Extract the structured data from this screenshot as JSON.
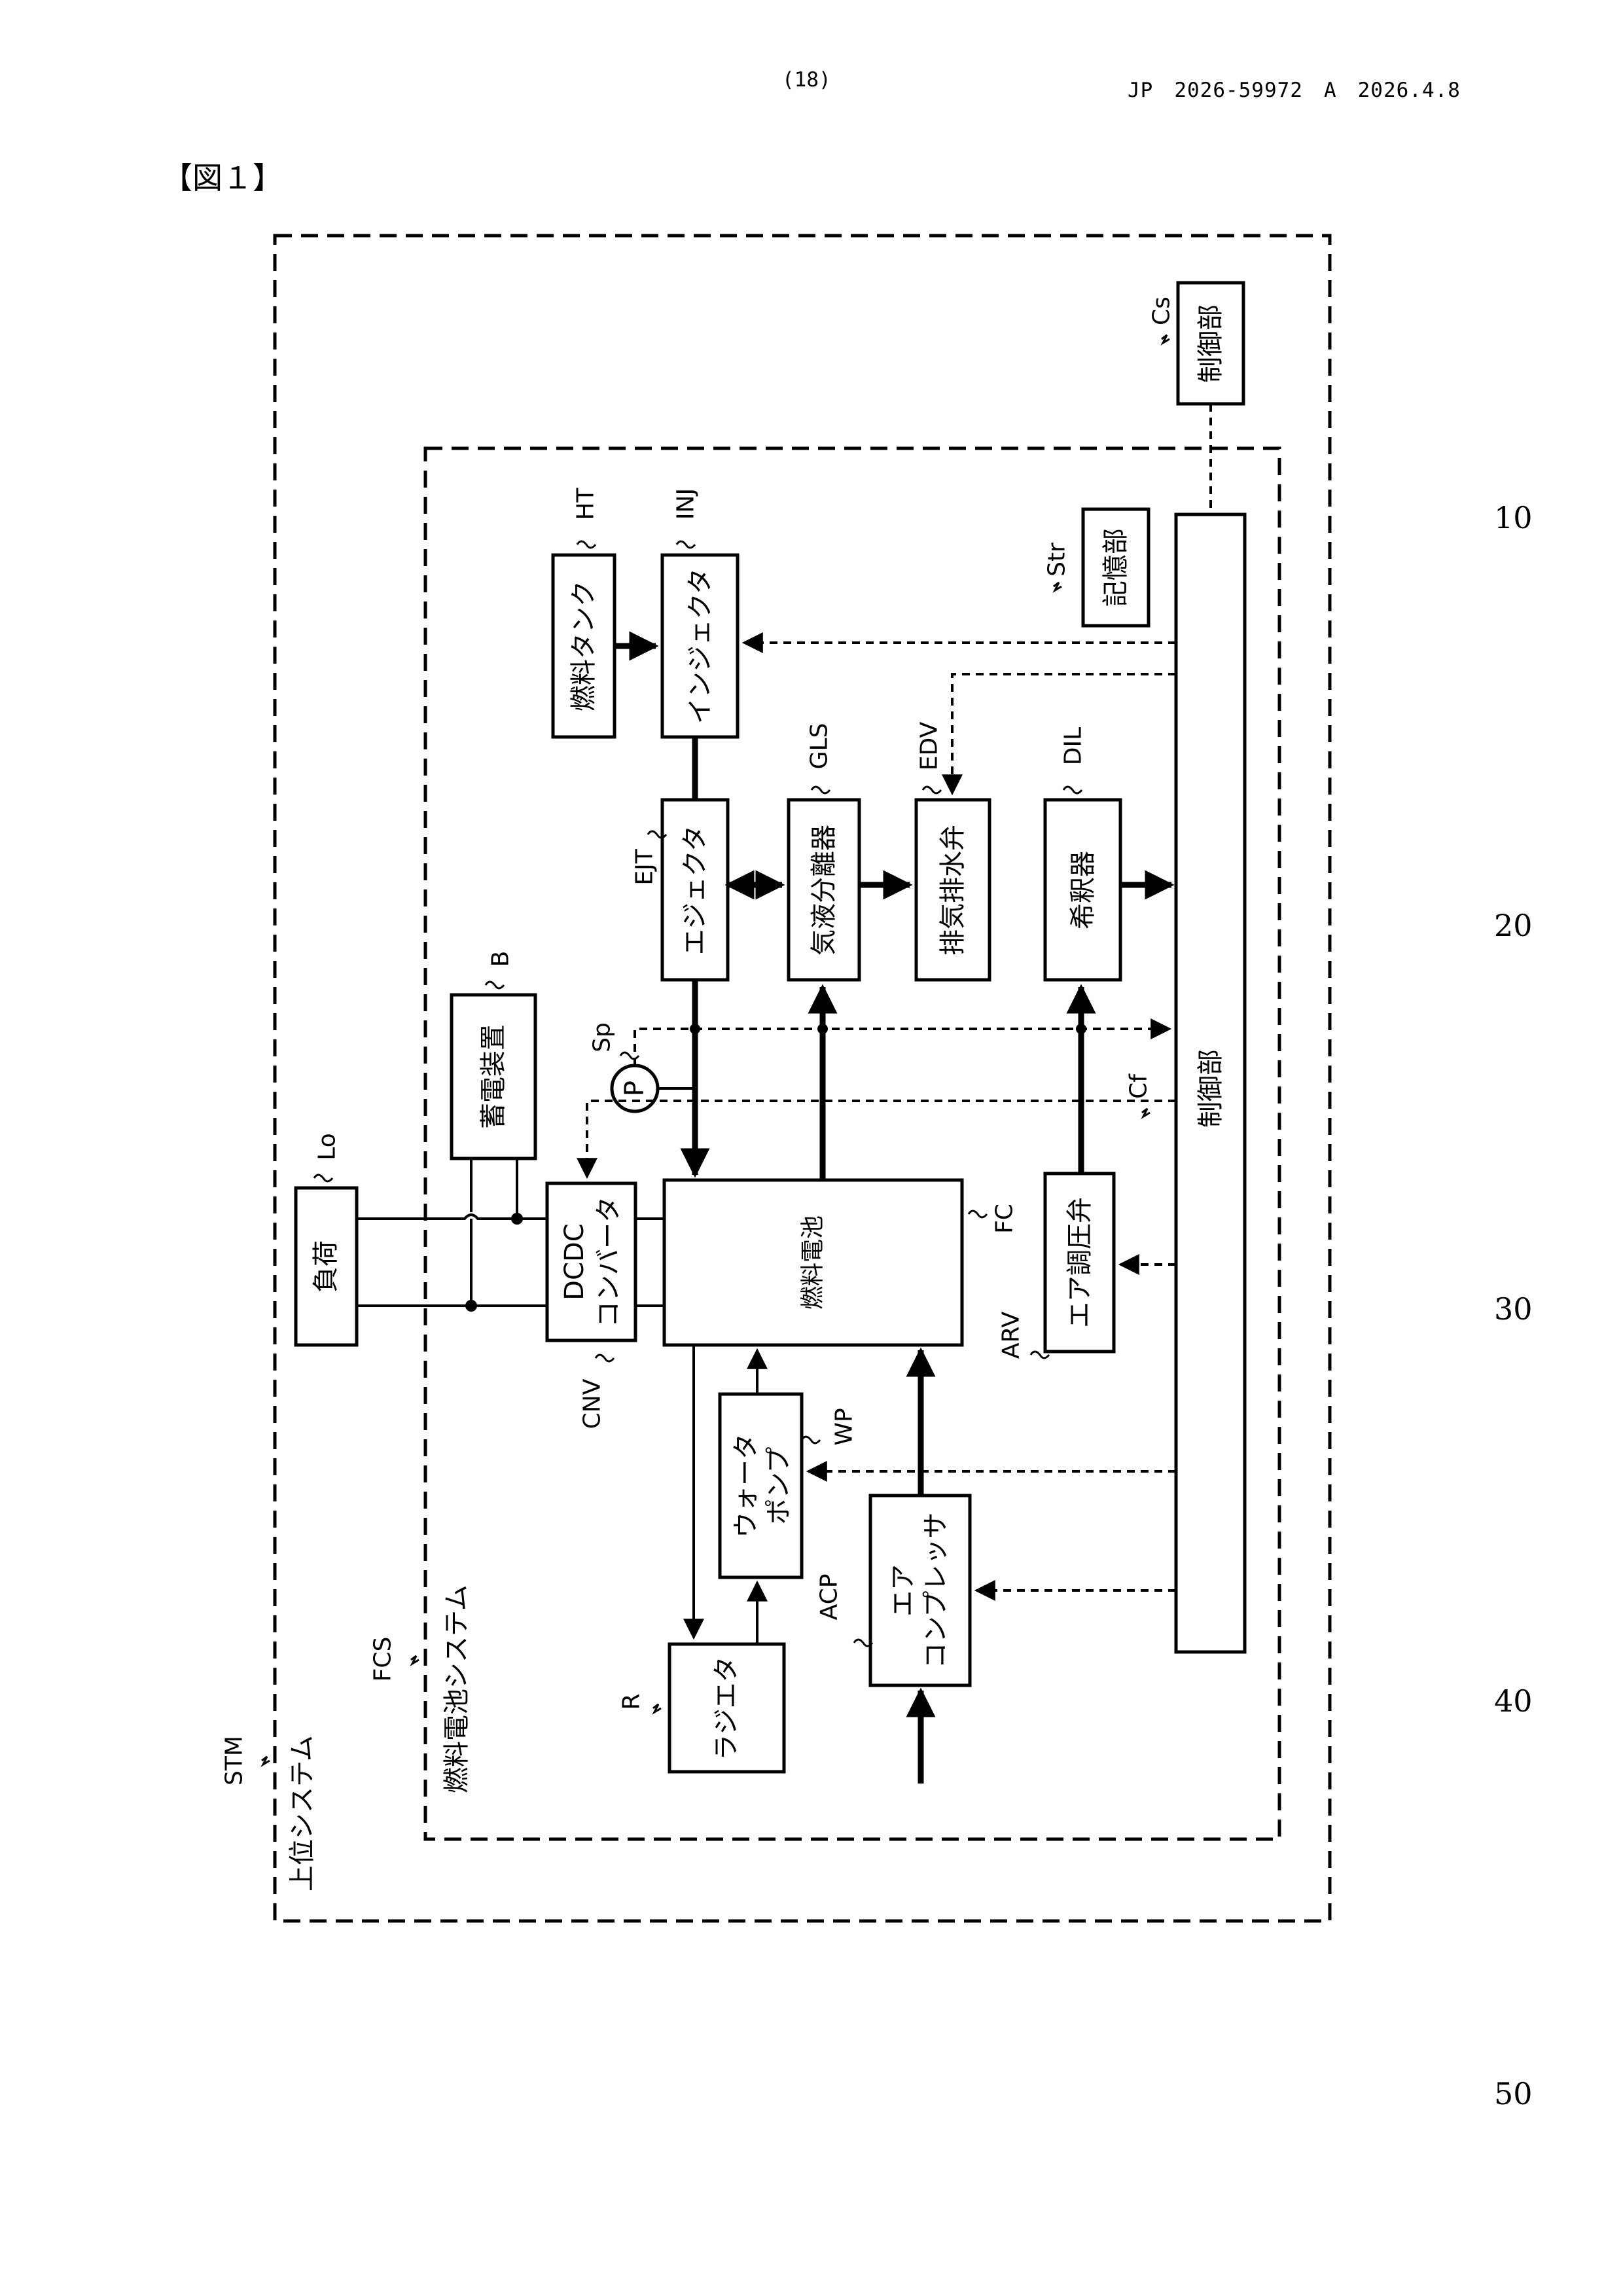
{
  "header": {
    "page_number": "(18)",
    "publication": "JP　2026-59972　A　2026.4.8"
  },
  "figure_label": "【図１】",
  "line_numbers": [
    "10",
    "20",
    "30",
    "40",
    "50"
  ],
  "components": {
    "control_upper": "制御部",
    "storage": "記憶部",
    "fuel_tank": "燃料タンク",
    "injector": "インジェクタ",
    "ejector": "エジェクタ",
    "gas_liquid_separator": "気液分離器",
    "exhaust_drain_valve": "排気排水弁",
    "diluter": "希釈器",
    "control_main": "制御部",
    "battery": "蓄電装置",
    "load": "負荷",
    "pressure_sensor": "P",
    "dcdc_line1": "DCDC",
    "dcdc_line2": "コンバータ",
    "fuel_cell": "燃料電池",
    "air_regulator_valve": "エア調圧弁",
    "water_pump_line1": "ウォータ",
    "water_pump_line2": "ポンプ",
    "air_compressor_line1": "エア",
    "air_compressor_line2": "コンプレッサ",
    "radiator": "ラジエタ",
    "fuel_cell_system": "燃料電池システム",
    "upper_system": "上位システム"
  },
  "reference_labels": {
    "Cs": "Cs",
    "Str": "Str",
    "HT": "HT",
    "INJ": "INJ",
    "GLS": "GLS",
    "EDV": "EDV",
    "DIL": "DIL",
    "EJT": "EJT",
    "B": "B",
    "Sp": "Sp",
    "Cf": "Cf",
    "Lo": "Lo",
    "FC": "FC",
    "ARV": "ARV",
    "CNV": "CNV",
    "WP": "WP",
    "ACP": "ACP",
    "R": "R",
    "FCS": "FCS",
    "STM": "STM"
  }
}
